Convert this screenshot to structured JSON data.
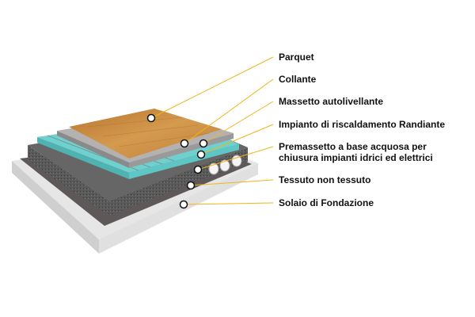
{
  "colors": {
    "leader_line": "#f2b418",
    "parquet": "#c98a3e",
    "teal": "#5ec6c4",
    "concrete": "#d9d9d9"
  },
  "layers": [
    {
      "label": "Parquet"
    },
    {
      "label": "Collante"
    },
    {
      "label": "Massetto autolivellante"
    },
    {
      "label": "Impianto di riscaldamento Randiante"
    },
    {
      "label_line1": "Premassetto a base acquosa per",
      "label_line2": "chiusura impianti idrici ed elettrici"
    },
    {
      "label": "Tessuto non tessuto"
    },
    {
      "label": "Solaio di Fondazione"
    }
  ]
}
